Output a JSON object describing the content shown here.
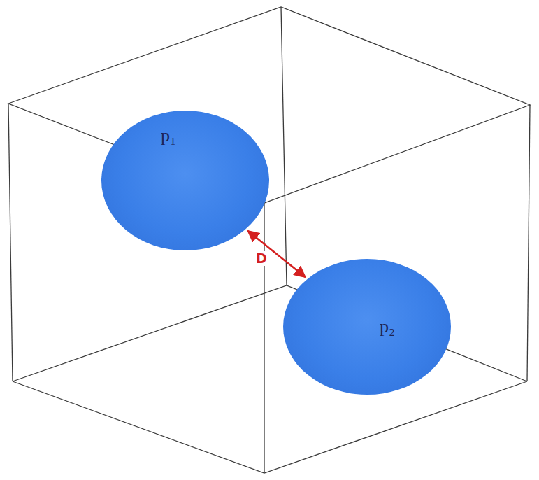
{
  "diagram": {
    "nodes": [
      {
        "text": [
          "p₁"
        ]
      },
      {
        "text": [
          "p₂"
        ]
      }
    ],
    "edges": [
      {
        "from": 0,
        "to": 1,
        "label": "D",
        "arrow": "both"
      }
    ]
  }
}
